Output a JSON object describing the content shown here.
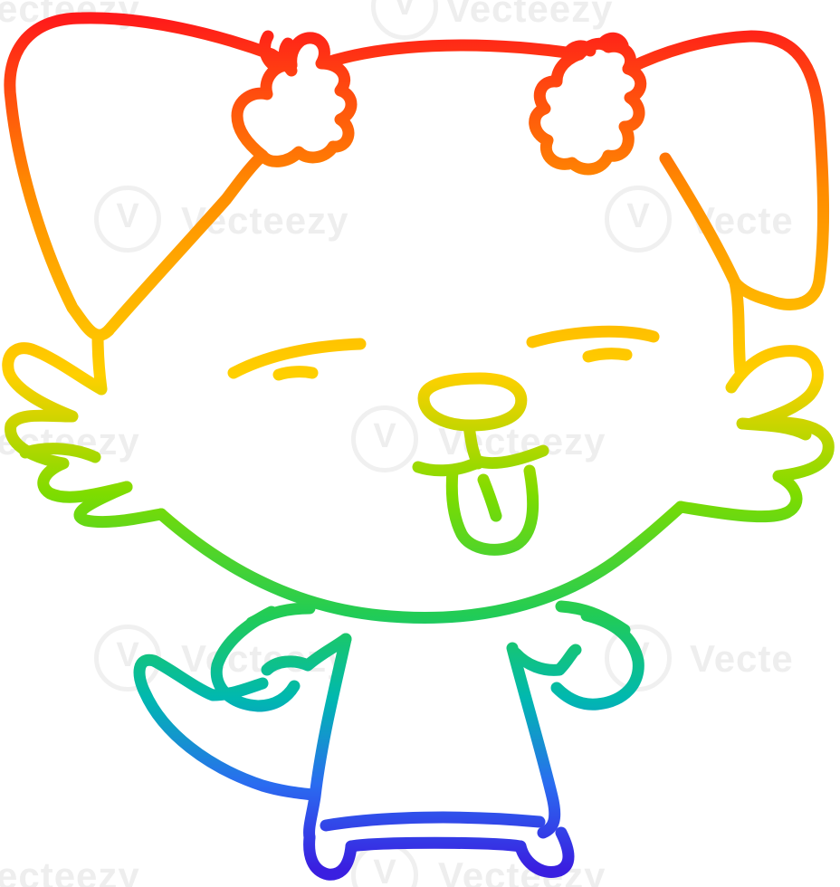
{
  "illustration": {
    "subject": "cartoon dog sticking out tongue",
    "style": "rainbow gradient line art",
    "gradient_colors": [
      "#ff1a1a",
      "#ff8c00",
      "#ffd000",
      "#7ddc00",
      "#22cc55",
      "#00b8b0",
      "#2a6cf0",
      "#3a1fe0"
    ]
  },
  "watermark": {
    "text": "Vecteezy",
    "partial_left": "ecteezy",
    "partial_right": "Vecte"
  }
}
